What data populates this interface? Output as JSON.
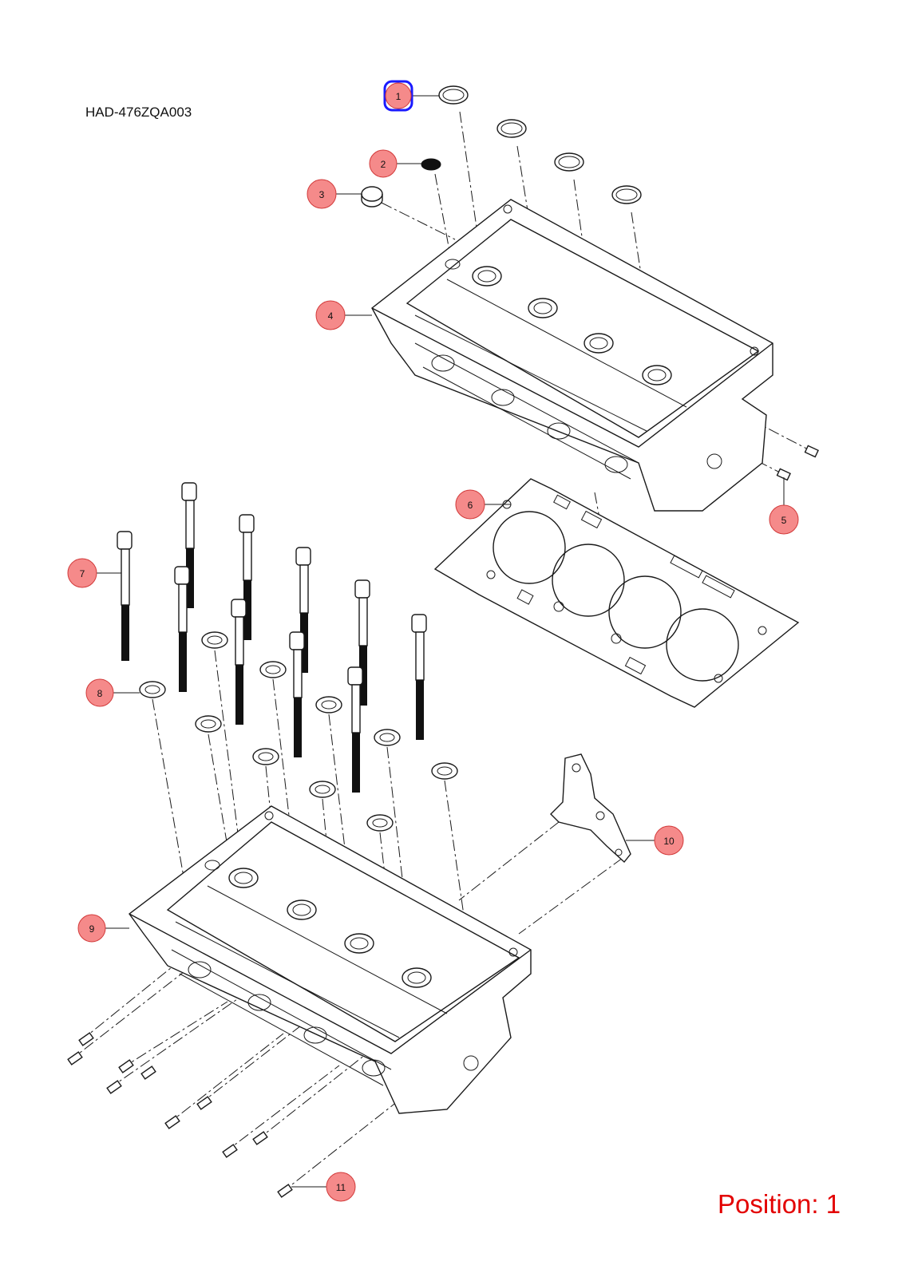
{
  "diagram_code": "HAD-476ZQA003",
  "position_label": "Position: 1",
  "selected_callout": "1",
  "colors": {
    "callout_fill": "#f58a8a",
    "callout_stroke": "#d23a3a",
    "selection": "#1a1aff",
    "position_text": "#e30000"
  },
  "callouts": [
    {
      "id": "callout-1",
      "label": "1"
    },
    {
      "id": "callout-2",
      "label": "2"
    },
    {
      "id": "callout-3",
      "label": "3"
    },
    {
      "id": "callout-4",
      "label": "4"
    },
    {
      "id": "callout-5",
      "label": "5"
    },
    {
      "id": "callout-6",
      "label": "6"
    },
    {
      "id": "callout-7",
      "label": "7"
    },
    {
      "id": "callout-8",
      "label": "8"
    },
    {
      "id": "callout-9",
      "label": "9"
    },
    {
      "id": "callout-10",
      "label": "10"
    },
    {
      "id": "callout-11",
      "label": "11"
    }
  ]
}
